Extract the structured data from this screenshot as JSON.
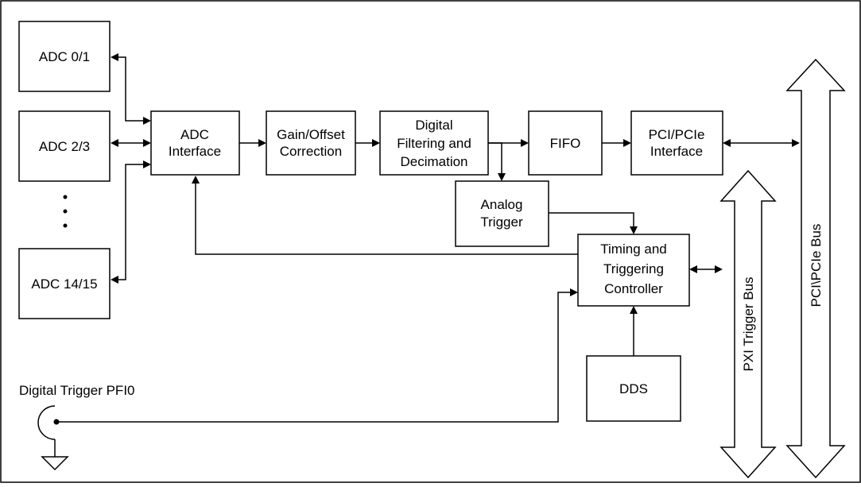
{
  "blocks": {
    "adc01": [
      "ADC 0/1"
    ],
    "adc23": [
      "ADC 2/3"
    ],
    "adc1415": [
      "ADC 14/15"
    ],
    "adc_interface": [
      "ADC",
      "Interface"
    ],
    "gain_offset": [
      "Gain/Offset",
      "Correction"
    ],
    "digital_filtering": [
      "Digital",
      "Filtering and",
      "Decimation"
    ],
    "fifo": [
      "FIFO"
    ],
    "pci_interface": [
      "PCI/PCIe",
      "Interface"
    ],
    "analog_trigger": [
      "Analog",
      "Trigger"
    ],
    "timing_controller": [
      "Timing and",
      "Triggering",
      "Controller"
    ],
    "dds": [
      "DDS"
    ]
  },
  "buses": {
    "pxi_trigger": "PXI Trigger Bus",
    "pci_pcie": "PCI\\PCIe Bus"
  },
  "connector": {
    "label": "Digital Trigger PFI0"
  }
}
